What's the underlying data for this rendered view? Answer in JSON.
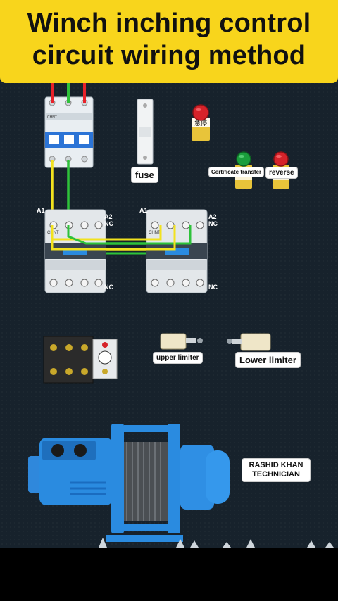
{
  "title": {
    "line1": "Winch inching control",
    "line2": "circuit wiring method"
  },
  "labels": {
    "fuse": "fuse",
    "certificate_transfer": "Certificate transfer",
    "reverse": "reverse",
    "upper_limiter": "upper limiter",
    "lower_limiter": "Lower limiter"
  },
  "contactor_pins": {
    "a1": "A1",
    "a2": "A2",
    "nc": "NC"
  },
  "device_marks": {
    "breaker_brand": "CHNT",
    "contactor_brand": "CHNT",
    "emergency_stop_text": "急停"
  },
  "watermark": {
    "line1": "RASHID KHAN",
    "line2": "TECHNICIAN"
  },
  "colors": {
    "banner": "#f8d51c",
    "panel": "#17222c",
    "wire_red": "#e8222a",
    "wire_green": "#2ec23a",
    "wire_yellow": "#f2e21e",
    "winch_blue": "#2a8be0",
    "button_green": "#1a9e3c",
    "button_red": "#d6232a"
  }
}
